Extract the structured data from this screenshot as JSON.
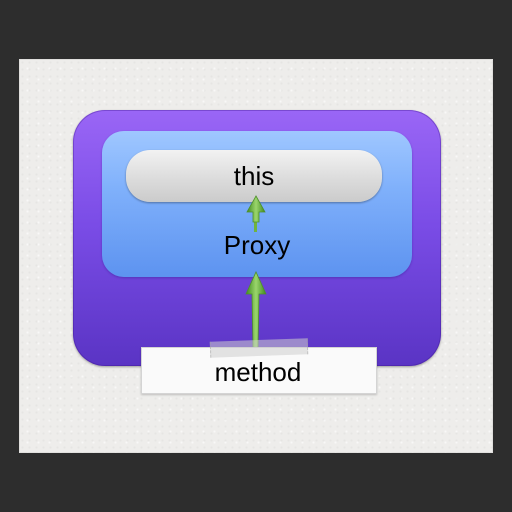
{
  "diagram": {
    "nodes": {
      "this": "this",
      "proxy": "Proxy",
      "method": "method"
    },
    "edges": [
      {
        "from": "method",
        "to": "proxy"
      },
      {
        "from": "proxy",
        "to": "this"
      }
    ],
    "colors": {
      "background": "#2d2d2d",
      "paper": "#eeedeb",
      "outer_box": "#7a4ce6",
      "proxy_box": "#7fb0fb",
      "this_box": "#dcdcdc",
      "arrow": "#6fb33f"
    }
  }
}
